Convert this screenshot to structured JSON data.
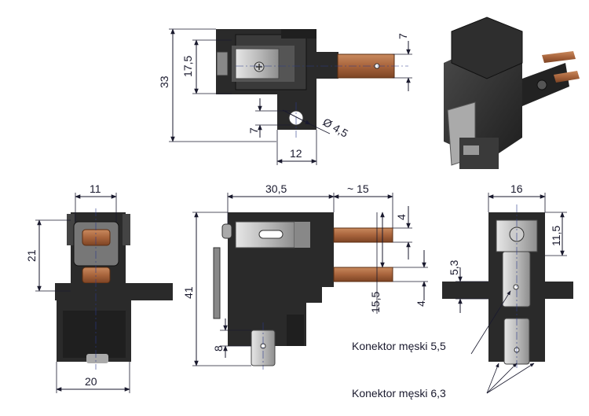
{
  "drawing": {
    "dimensions": {
      "top_height": "33",
      "top_inner": "17,5",
      "top_pin": "7",
      "top_hole_offset": "7",
      "top_width": "12",
      "hole_dia": "Ø 4,5",
      "left_top_width": "11",
      "left_height": "21",
      "left_bottom_width": "20",
      "mid_width": "30,5",
      "mid_pin_len": "~ 15",
      "mid_pin_thk": "4",
      "mid_height": "41",
      "mid_pin_gap": "15,5",
      "mid_pin_thk2": "4",
      "mid_conn_w": "8",
      "right_width": "16",
      "right_top": "11,5",
      "right_conn": "5,3"
    },
    "labels": {
      "connector_55": "Konektor męski 5,5",
      "connector_63": "Konektor męski 6,3"
    }
  }
}
